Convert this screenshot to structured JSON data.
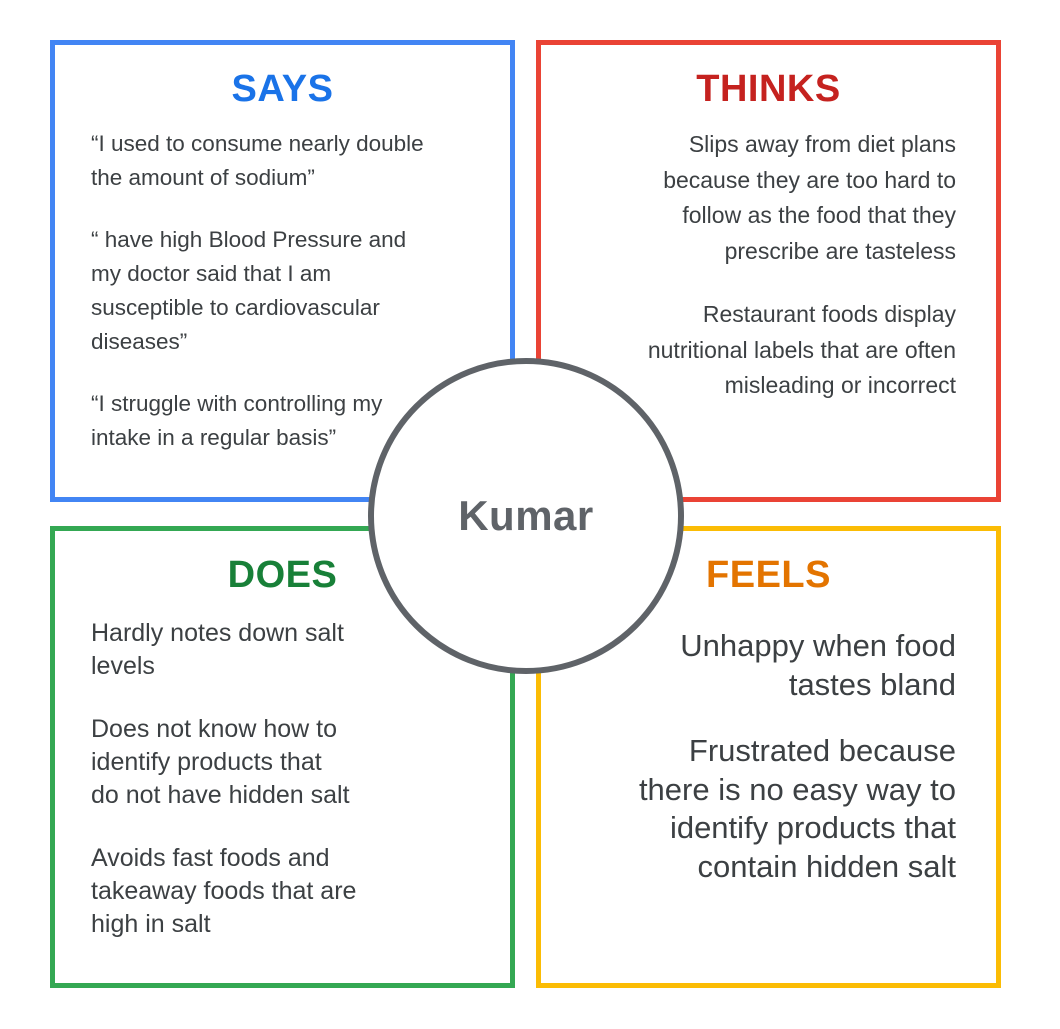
{
  "colors": {
    "says": "#4285f4",
    "thinks": "#ea4335",
    "does": "#34a853",
    "feels": "#fbbc04",
    "says_title": "#1a73e8",
    "thinks_title": "#c5221f",
    "does_title": "#188038",
    "feels_title": "#e37400",
    "circle": "#5f6368"
  },
  "center": {
    "label": "Kumar"
  },
  "says": {
    "title": "SAYS",
    "items": [
      "“I used to consume nearly double\nthe amount of sodium”",
      "“ have high Blood Pressure and\nmy doctor said that I am\nsusceptible to cardiovascular\ndiseases”",
      "“I struggle with controlling my\nintake in a regular basis”"
    ]
  },
  "thinks": {
    "title": "THINKS",
    "items": [
      "Slips away from diet plans\nbecause they are too hard to\nfollow as the food that they\nprescribe are tasteless",
      "Restaurant foods display\nnutritional labels that are often\nmisleading or incorrect"
    ]
  },
  "does": {
    "title": "DOES",
    "items": [
      "Hardly notes down salt\nlevels",
      "Does not know how to\nidentify products that\ndo not have hidden salt",
      "Avoids fast foods and\ntakeaway foods that are\nhigh in salt"
    ]
  },
  "feels": {
    "title": "FEELS",
    "items": [
      "Unhappy when food\ntastes bland",
      "Frustrated because\nthere is no easy way to\nidentify products that\ncontain hidden salt"
    ]
  }
}
